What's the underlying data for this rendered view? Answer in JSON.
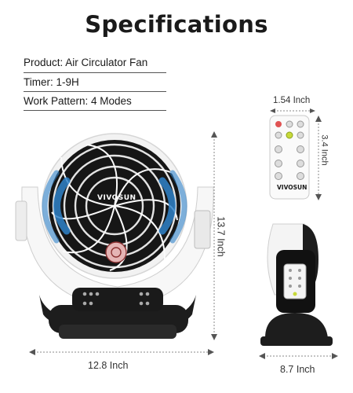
{
  "heading": "Specifications",
  "specs": {
    "product": "Product: Air Circulator Fan",
    "timer": "Timer: 1-9H",
    "pattern": "Work Pattern: 4 Modes"
  },
  "dimensions": {
    "remote_width": "1.54 Inch",
    "remote_height": "3.4 Inch",
    "fan_height": "13.7 Inch",
    "fan_width": "12.8 Inch",
    "fan_depth": "8.7 Inch"
  },
  "brand": "VIVOSUN",
  "colors": {
    "fan_body": "#f7f7f7",
    "fan_base": "#1d1d1d",
    "airflow": "#2f82c9",
    "accent_button": "#c8da3a"
  }
}
